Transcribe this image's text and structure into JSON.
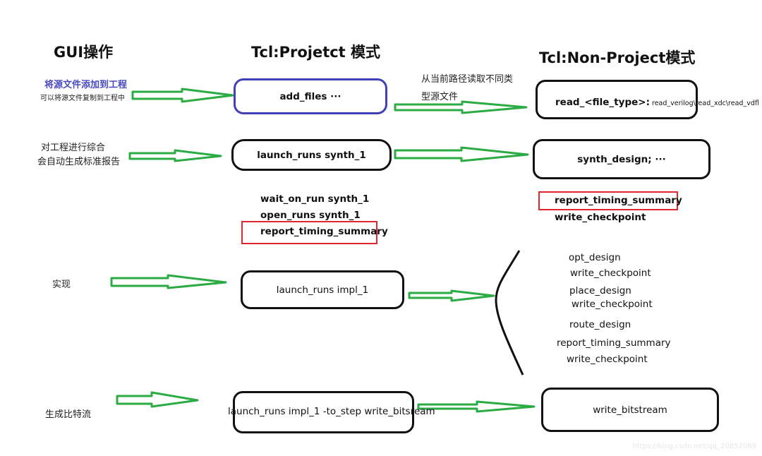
{
  "headings": {
    "gui": "GUI操作",
    "project": "Tcl:Projetct 模式",
    "non_project": "Tcl:Non-Project模式"
  },
  "colors": {
    "arrow": "#2bab44",
    "blue_box": "#4040b8",
    "highlight": "#e0262f",
    "gui_title_blue": "#4a4ac0"
  },
  "rows": {
    "add_files": {
      "gui_title": "将源文件添加到工程",
      "gui_sub": "可以将源文件复制到工程中",
      "project_cmd": "add_files  ···",
      "middle_note_line1": "从当前路径读取不同类",
      "middle_note_line2": "型源文件",
      "non_project_cmd_bold": "read_<file_type>:",
      "non_project_cmd_rest": " read_verilog\\read_xdc\\read_vdfl"
    },
    "synth": {
      "gui_line1": "对工程进行综合",
      "gui_line2": "会自动生成标准报告",
      "project_cmd": "launch_runs synth_1",
      "project_followups": [
        "wait_on_run synth_1",
        "open_runs synth_1",
        "report_timing_summary"
      ],
      "non_project_cmd": "synth_design; ···",
      "non_project_followups": [
        "report_timing_summary",
        "write_checkpoint"
      ]
    },
    "impl": {
      "gui_label": "实现",
      "project_cmd": "launch_runs impl_1",
      "non_project_steps": [
        "opt_design",
        "write_checkpoint",
        "place_design",
        "write_checkpoint",
        "route_design",
        "report_timing_summary",
        "write_checkpoint"
      ]
    },
    "bitstream": {
      "gui_label": "生成比特流",
      "project_cmd": "launch_runs impl_1  -to_step write_bitsream",
      "non_project_cmd": "write_bitstream"
    }
  },
  "watermark": "https://blog.csdn.net/qq_20852069"
}
